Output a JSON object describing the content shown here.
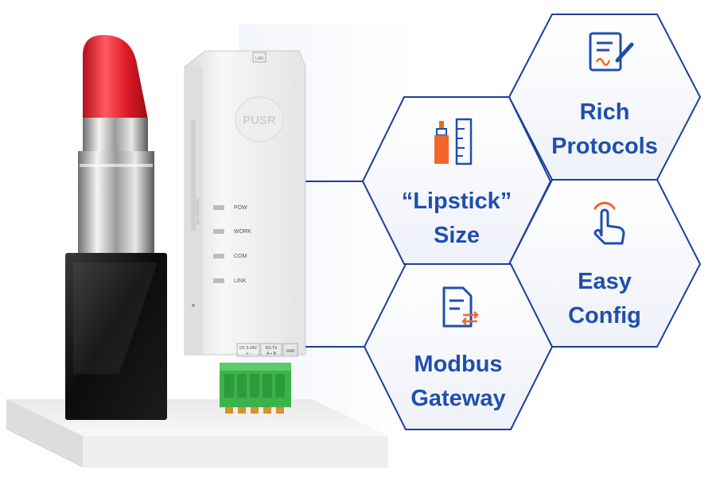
{
  "device": {
    "brand": "PUSR",
    "port_label": "LAN",
    "website": "www.pusr.com",
    "leds": [
      {
        "label": "POW"
      },
      {
        "label": "WORK"
      },
      {
        "label": "COM"
      },
      {
        "label": "LINK"
      }
    ],
    "terminal_labels": {
      "power": "DC 5-24V",
      "power_pins": "+  -",
      "serial": "RS-TX",
      "serial_pins": "A + B",
      "ground": "GND"
    }
  },
  "features": [
    {
      "icon": "lipstick-ruler-icon",
      "line1": "“Lipstick”",
      "line2": "Size"
    },
    {
      "icon": "document-signature-icon",
      "line1": "Rich",
      "line2": "Protocols"
    },
    {
      "icon": "hand-tap-icon",
      "line1": "Easy",
      "line2": "Config"
    },
    {
      "icon": "document-exchange-icon",
      "line1": "Modbus",
      "line2": "Gateway"
    }
  ],
  "colors": {
    "accent_blue": "#1f4fae",
    "hex_border": "#1c3f9a",
    "icon_orange": "#f2662a",
    "lipstick_red": "#e0202c",
    "terminal_green": "#3bb34a"
  }
}
